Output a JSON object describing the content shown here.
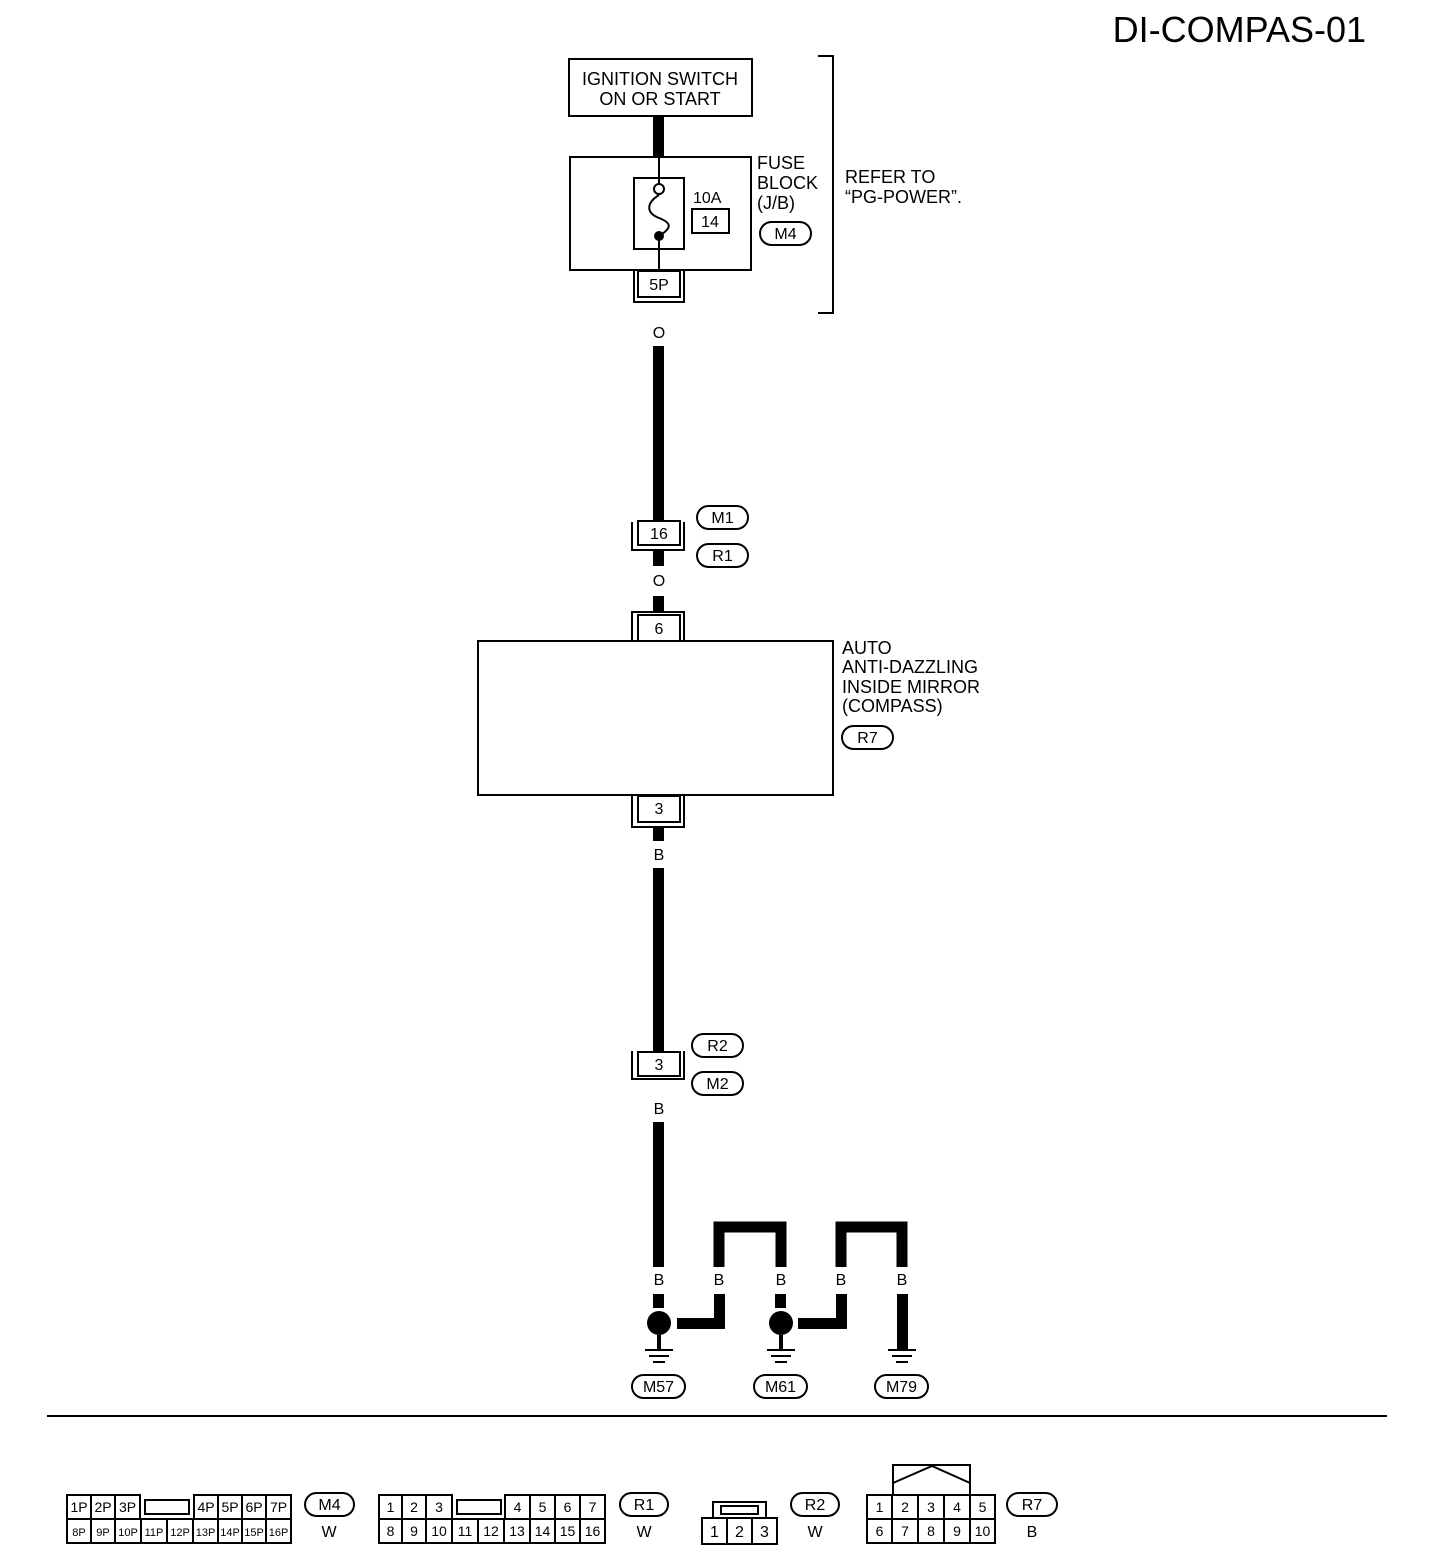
{
  "title": "DI-COMPAS-01",
  "ignition": {
    "line1": "IGNITION SWITCH",
    "line2": "ON OR START"
  },
  "fuse_block": {
    "label1": "FUSE",
    "label2": "BLOCK",
    "label3": "(J/B)",
    "connector": "M4",
    "rating": "10A",
    "fuse_number": "14",
    "terminal": "5P"
  },
  "refer": {
    "line1": "REFER TO",
    "line2": "“PG-POWER”."
  },
  "wire_colors": {
    "orange": "O",
    "black": "B"
  },
  "junction_1": {
    "terminal": "16",
    "top_connector": "M1",
    "bottom_connector": "R1"
  },
  "mirror": {
    "line1": "AUTO",
    "line2": "ANTI-DAZZLING",
    "line3": "INSIDE MIRROR",
    "line4": "(COMPASS)",
    "connector": "R7",
    "terminal_top": "6",
    "terminal_bottom": "3"
  },
  "junction_2": {
    "terminal": "3",
    "top_connector": "R2",
    "bottom_connector": "M2"
  },
  "grounds": [
    "M57",
    "M61",
    "M79"
  ],
  "connector_views": {
    "m4": {
      "id": "M4",
      "color": "W",
      "top": [
        "1P",
        "2P",
        "3P",
        "4P",
        "5P",
        "6P",
        "7P"
      ],
      "bottom": [
        "8P",
        "9P",
        "10P",
        "11P",
        "12P",
        "13P",
        "14P",
        "15P",
        "16P"
      ]
    },
    "r1": {
      "id": "R1",
      "color": "W",
      "top": [
        "1",
        "2",
        "3",
        "4",
        "5",
        "6",
        "7"
      ],
      "bottom": [
        "8",
        "9",
        "10",
        "11",
        "12",
        "13",
        "14",
        "15",
        "16"
      ]
    },
    "r2": {
      "id": "R2",
      "color": "W",
      "cells": [
        "1",
        "2",
        "3"
      ]
    },
    "r7": {
      "id": "R7",
      "color": "B",
      "top": [
        "1",
        "2",
        "3",
        "4",
        "5"
      ],
      "bottom": [
        "6",
        "7",
        "8",
        "9",
        "10"
      ]
    }
  }
}
